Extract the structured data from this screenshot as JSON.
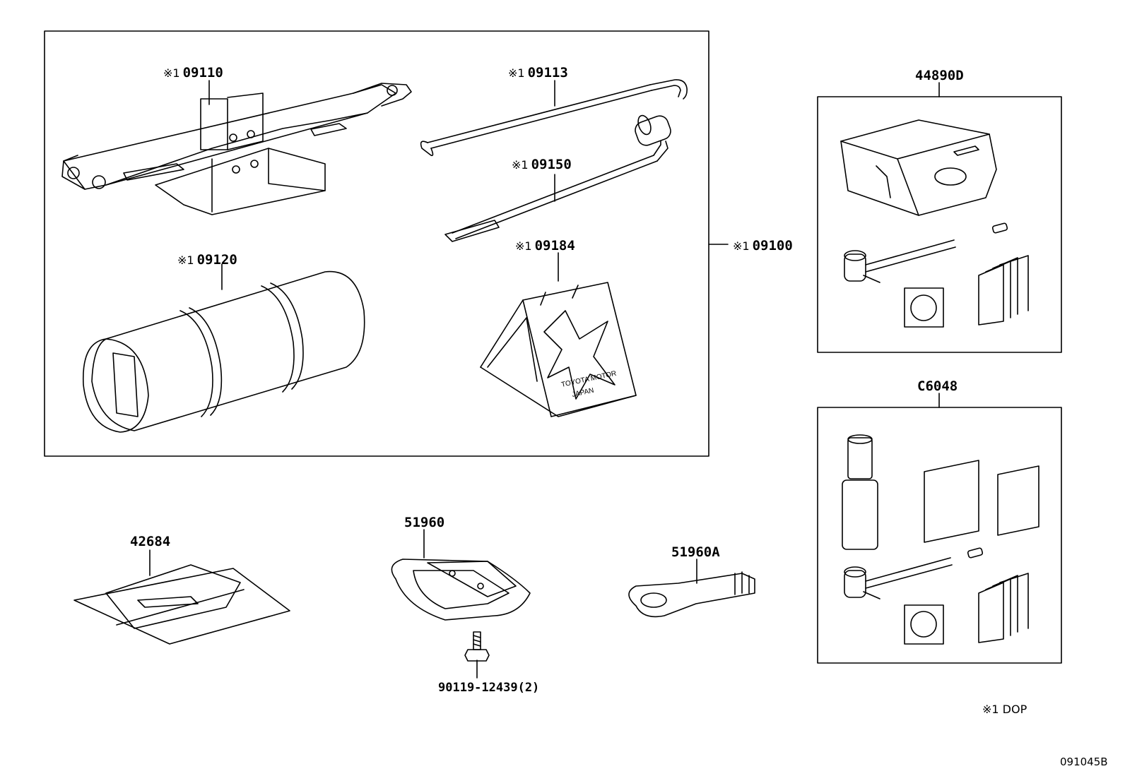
{
  "dop_mark": "※1",
  "parts": {
    "jack": "09110",
    "handle": "09113",
    "wrench": "09150",
    "tool_bag": "09120",
    "chock": "09184",
    "tool_set": "09100",
    "repair_kit_a": "44890D",
    "repair_kit_b": "C6048",
    "tray": "42684",
    "hook": "51960",
    "towing_eye": "51960A",
    "bolt": "90119-12439(2)"
  },
  "chock_text": [
    "TOYOTA MOTOR",
    "JAPAN"
  ],
  "legend": "※1 DOP",
  "diagram_id": "091045B"
}
